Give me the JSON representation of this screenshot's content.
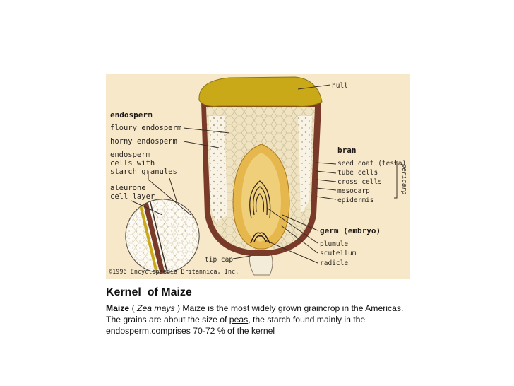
{
  "figure": {
    "labels": {
      "hull": "hull",
      "endosperm": "endosperm",
      "floury_endosperm": "floury endosperm",
      "horny_endosperm": "horny endosperm",
      "endosperm_cells_1": "endosperm",
      "endosperm_cells_2": "cells with",
      "endosperm_cells_3": "starch granules",
      "aleurone_1": "aleurone",
      "aleurone_2": "cell layer",
      "bran": "bran",
      "seed_coat": "seed coat (testa)",
      "tube_cells": "tube cells",
      "cross_cells": "cross cells",
      "mesocarp": "mesocarp",
      "epidermis": "epidermis",
      "pericarp": "pericarp",
      "germ": "germ (embryo)",
      "plumule": "plumule",
      "scutellum": "scutellum",
      "radicle": "radicle",
      "tip_cap": "tip cap",
      "copyright": "©1996 Encyclopaedia Britannica, Inc."
    },
    "colors": {
      "background": "#f6e8c8",
      "hull": "#c9a918",
      "bran": "#7a3a2a",
      "endosperm": "#efe3c2",
      "germ": "#e6b74c",
      "scutellum": "#f0cf7a"
    }
  },
  "caption": {
    "title": "Kernel  of Maize",
    "maize_word": "Maize",
    "open_paren": " ( ",
    "scientific_name": "Zea mays",
    "close_paren": " )",
    "text_a": " Maize is the most widely grown grain",
    "link_crop": "crop",
    "text_b": " in the Americas. The grains are about the size of ",
    "link_peas": "peas",
    "text_c": ", the starch found mainly in the endosperm,comprises 70-72 % of the kernel"
  }
}
